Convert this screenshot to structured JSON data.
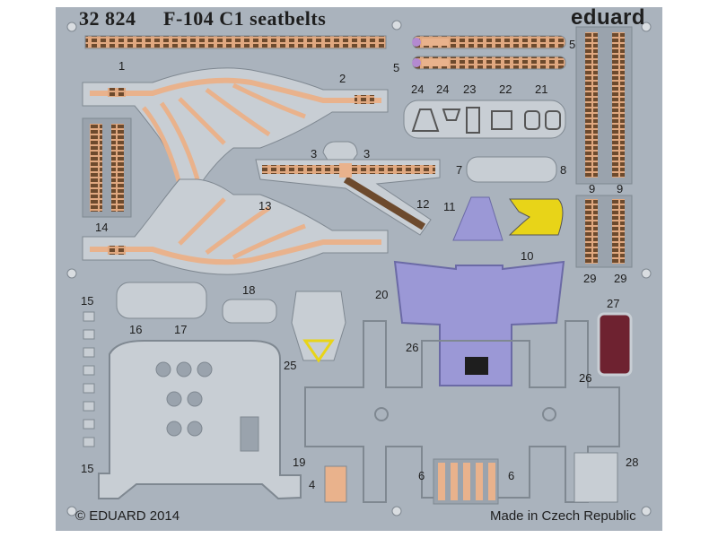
{
  "fret": {
    "catalog_number": "32 824",
    "title": "F-104 C1 seatbelts",
    "brand": "eduard",
    "copyright": "© EDUARD 2014",
    "origin": "Made in Czech Republic"
  },
  "part_numbers": {
    "p1": "1",
    "p2": "2",
    "p3a": "3",
    "p3b": "3",
    "p4": "4",
    "p5a": "5",
    "p5b": "5",
    "p6a": "6",
    "p6b": "6",
    "p7": "7",
    "p8": "8",
    "p9a": "9",
    "p9b": "9",
    "p10": "10",
    "p11": "11",
    "p12": "12",
    "p13": "13",
    "p14": "14",
    "p15a": "15",
    "p15b": "15",
    "p16": "16",
    "p17": "17",
    "p18": "18",
    "p19": "19",
    "p20": "20",
    "p21": "21",
    "p22": "22",
    "p23": "23",
    "p24a": "24",
    "p24b": "24",
    "p25": "25",
    "p26a": "26",
    "p26b": "26",
    "p27": "27",
    "p28": "28",
    "p29a": "29",
    "p29b": "29"
  },
  "colors": {
    "fret": "#aab3bd",
    "belt_orange": "#e9b28c",
    "belt_brown": "#6d4a2d",
    "cushion_lilac": "#9b98d6",
    "yellow": "#e8d418",
    "maroon": "#6e2230"
  }
}
